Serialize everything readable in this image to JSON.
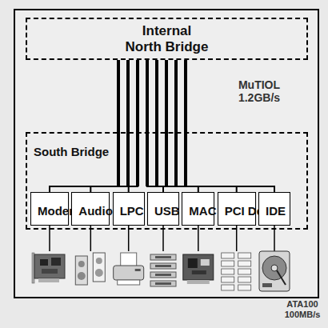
{
  "diagram": {
    "nodes": [
      {
        "text": [
          "Internal North Bridge"
        ]
      },
      {
        "text": [
          "South Bridge"
        ]
      },
      {
        "text": [
          "Modem"
        ],
        "in": 1
      },
      {
        "text": [
          "Audio"
        ],
        "in": 1
      },
      {
        "text": [
          "LPC"
        ],
        "in": 1
      },
      {
        "text": [
          "USB"
        ],
        "in": 1
      },
      {
        "text": [
          "MAC"
        ],
        "in": 1
      },
      {
        "text": [
          "PCI Device"
        ],
        "in": 1
      },
      {
        "text": [
          "IDE"
        ],
        "in": 1
      }
    ],
    "edges": [
      {
        "from": 0,
        "to": 2,
        "arrow": "none"
      },
      {
        "from": 0,
        "to": 3,
        "arrow": "none"
      },
      {
        "from": 0,
        "to": 4,
        "arrow": "none"
      },
      {
        "from": 0,
        "to": 5,
        "arrow": "none"
      },
      {
        "from": 0,
        "to": 6,
        "arrow": "none"
      },
      {
        "from": 0,
        "to": 7,
        "arrow": "none"
      },
      {
        "from": 0,
        "to": 8,
        "arrow": "none"
      }
    ],
    "labels": [
      "MuTIOL 1.2GB/s",
      "ATA100 100MB/s"
    ]
  }
}
